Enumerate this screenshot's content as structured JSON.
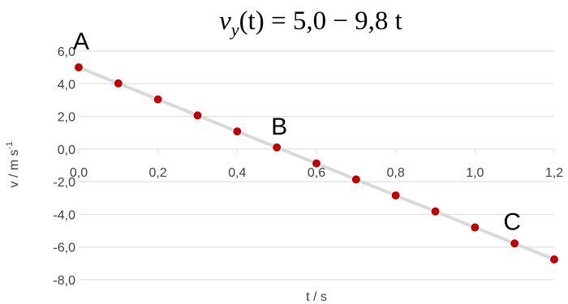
{
  "chart_data": {
    "type": "scatter",
    "title_parts": {
      "var": "v",
      "sub": "y",
      "rest": "(t) = 5,0 − 9,8 t"
    },
    "xlabel": "t / s",
    "ylabel_main": "v / m s",
    "ylabel_sup": "-1",
    "xlim": [
      0,
      1.2
    ],
    "ylim": [
      -8,
      6
    ],
    "x_ticks": [
      0,
      0.2,
      0.4,
      0.6,
      0.8,
      1.0,
      1.2
    ],
    "x_tick_labels": [
      "0,0",
      "0,2",
      "0,4",
      "0,6",
      "0,8",
      "1,0",
      "1,2"
    ],
    "y_ticks": [
      6,
      4,
      2,
      0,
      -2,
      -4,
      -6,
      -8
    ],
    "y_tick_labels": [
      "6,0",
      "4,0",
      "2,0",
      "0,0",
      "-2,0",
      "-4,0",
      "-6,0",
      "-8,0"
    ],
    "grid": "horizontal",
    "series": [
      {
        "x": [
          0,
          0.1,
          0.2,
          0.3,
          0.4,
          0.5,
          0.6,
          0.7,
          0.8,
          0.9,
          1.0,
          1.1,
          1.2
        ],
        "y": [
          5.0,
          4.02,
          3.04,
          2.06,
          1.08,
          0.1,
          -0.88,
          -1.86,
          -2.84,
          -3.82,
          -4.8,
          -5.78,
          -6.76
        ]
      }
    ],
    "annotations": [
      {
        "text": "A",
        "x": 0.0,
        "y": 5.0
      },
      {
        "text": "B",
        "x": 0.5,
        "y": 0.1
      },
      {
        "text": "C",
        "x": 1.1,
        "y": -5.78
      }
    ],
    "colors": {
      "marker_fill": "#c00000",
      "marker_stroke": "#ffffff",
      "line": "#d9d9d9",
      "grid": "#d9d9d9",
      "text": "#404040"
    }
  }
}
